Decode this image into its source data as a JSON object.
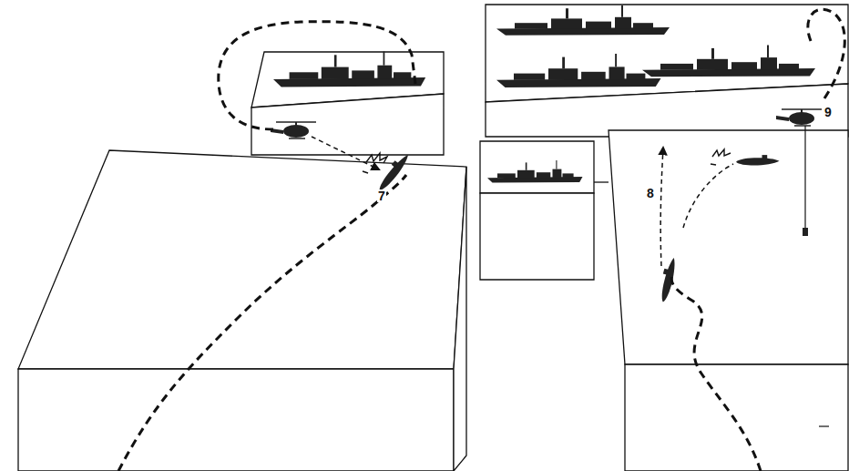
{
  "diagram": {
    "labels": [
      "7",
      "8",
      "9"
    ]
  }
}
